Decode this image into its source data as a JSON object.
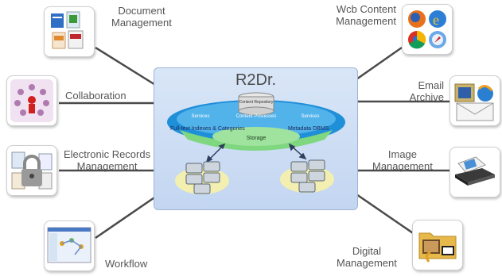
{
  "center": {
    "title": "R2Dr.",
    "repository_label": "Content Repository",
    "content_processes": "Content Processes",
    "services_left": "Services",
    "services_right": "Services",
    "fulltext": "Full-text Indexes & Categories",
    "metadata": "Metadata DBMS",
    "storage": "Storage"
  },
  "nodes": {
    "document": {
      "label": "Document Management",
      "icon": "document-icons"
    },
    "collaboration": {
      "label": "Collaboration",
      "icon": "people-circle-icon"
    },
    "records": {
      "label": "Electronic Records Management",
      "icon": "padlock-documents-icon"
    },
    "workflow": {
      "label": "Workflow",
      "icon": "workflow-screenshot-icon"
    },
    "webcontent": {
      "label": "Wcb Content Management",
      "icon": "browser-icons"
    },
    "email": {
      "label": "Email Archive",
      "icon": "envelope-icon"
    },
    "image": {
      "label": "Image Management",
      "icon": "scanner-icon"
    },
    "digital": {
      "label": "Digital Management",
      "icon": "media-folder-icon"
    }
  },
  "colors": {
    "center_bg": "#c9dbf3",
    "ring": "#1f8fd8",
    "storage": "#6fcf6f",
    "label": "#555555"
  }
}
